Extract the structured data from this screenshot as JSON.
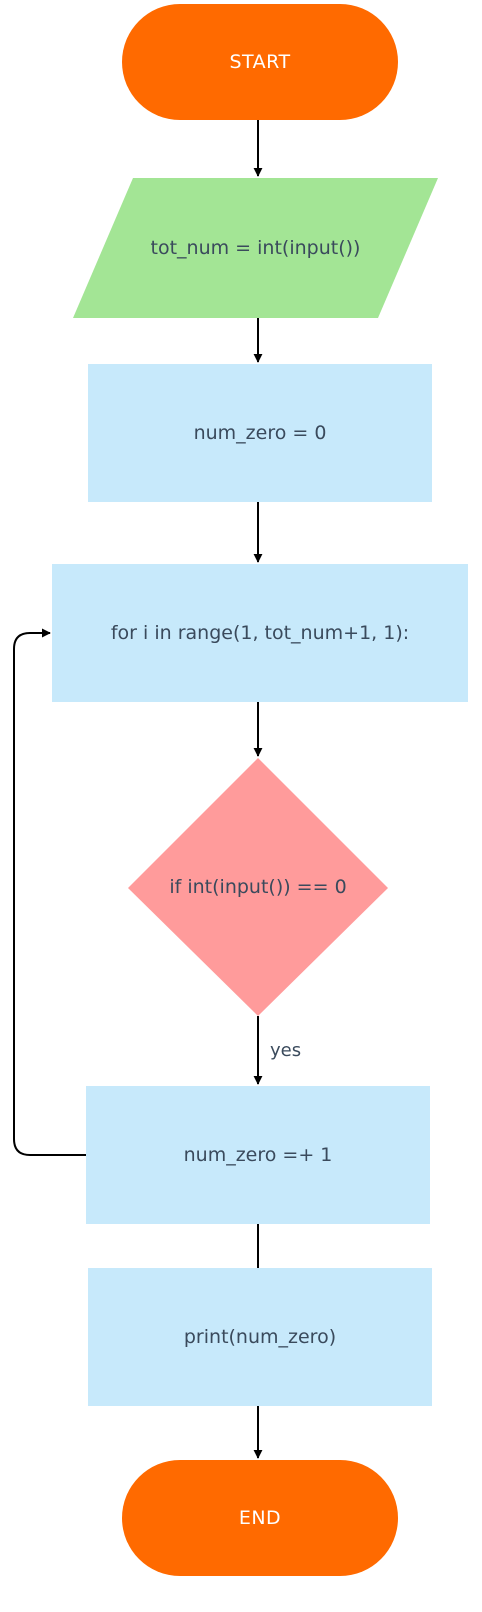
{
  "colors": {
    "terminal": "#ff6a00",
    "io": "#a3e595",
    "process": "#c7e9fb",
    "decision": "#ff9b9b",
    "line": "#000000",
    "text": "#3a4a5c",
    "terminal_text": "#ffffff"
  },
  "nodes": {
    "start": {
      "label": "START",
      "shape": "terminal"
    },
    "input_total": {
      "label": "tot_num = int(input())",
      "shape": "parallelogram"
    },
    "init_counter": {
      "label": "num_zero = 0",
      "shape": "process"
    },
    "for_loop": {
      "label": "for i in range(1, tot_num+1, 1):",
      "shape": "process"
    },
    "check_zero": {
      "label": "if int(input()) == 0",
      "shape": "decision"
    },
    "increment": {
      "label": "num_zero =+ 1",
      "shape": "process"
    },
    "output": {
      "label": "print(num_zero)",
      "shape": "process"
    },
    "end": {
      "label": "END",
      "shape": "terminal"
    }
  },
  "edges": [
    {
      "from": "start",
      "to": "input_total",
      "label": ""
    },
    {
      "from": "input_total",
      "to": "init_counter",
      "label": ""
    },
    {
      "from": "init_counter",
      "to": "for_loop",
      "label": ""
    },
    {
      "from": "for_loop",
      "to": "check_zero",
      "label": ""
    },
    {
      "from": "check_zero",
      "to": "increment",
      "label": "yes"
    },
    {
      "from": "increment",
      "to": "for_loop",
      "label": ""
    },
    {
      "from": "increment",
      "to": "output",
      "label": ""
    },
    {
      "from": "output",
      "to": "end",
      "label": ""
    }
  ]
}
